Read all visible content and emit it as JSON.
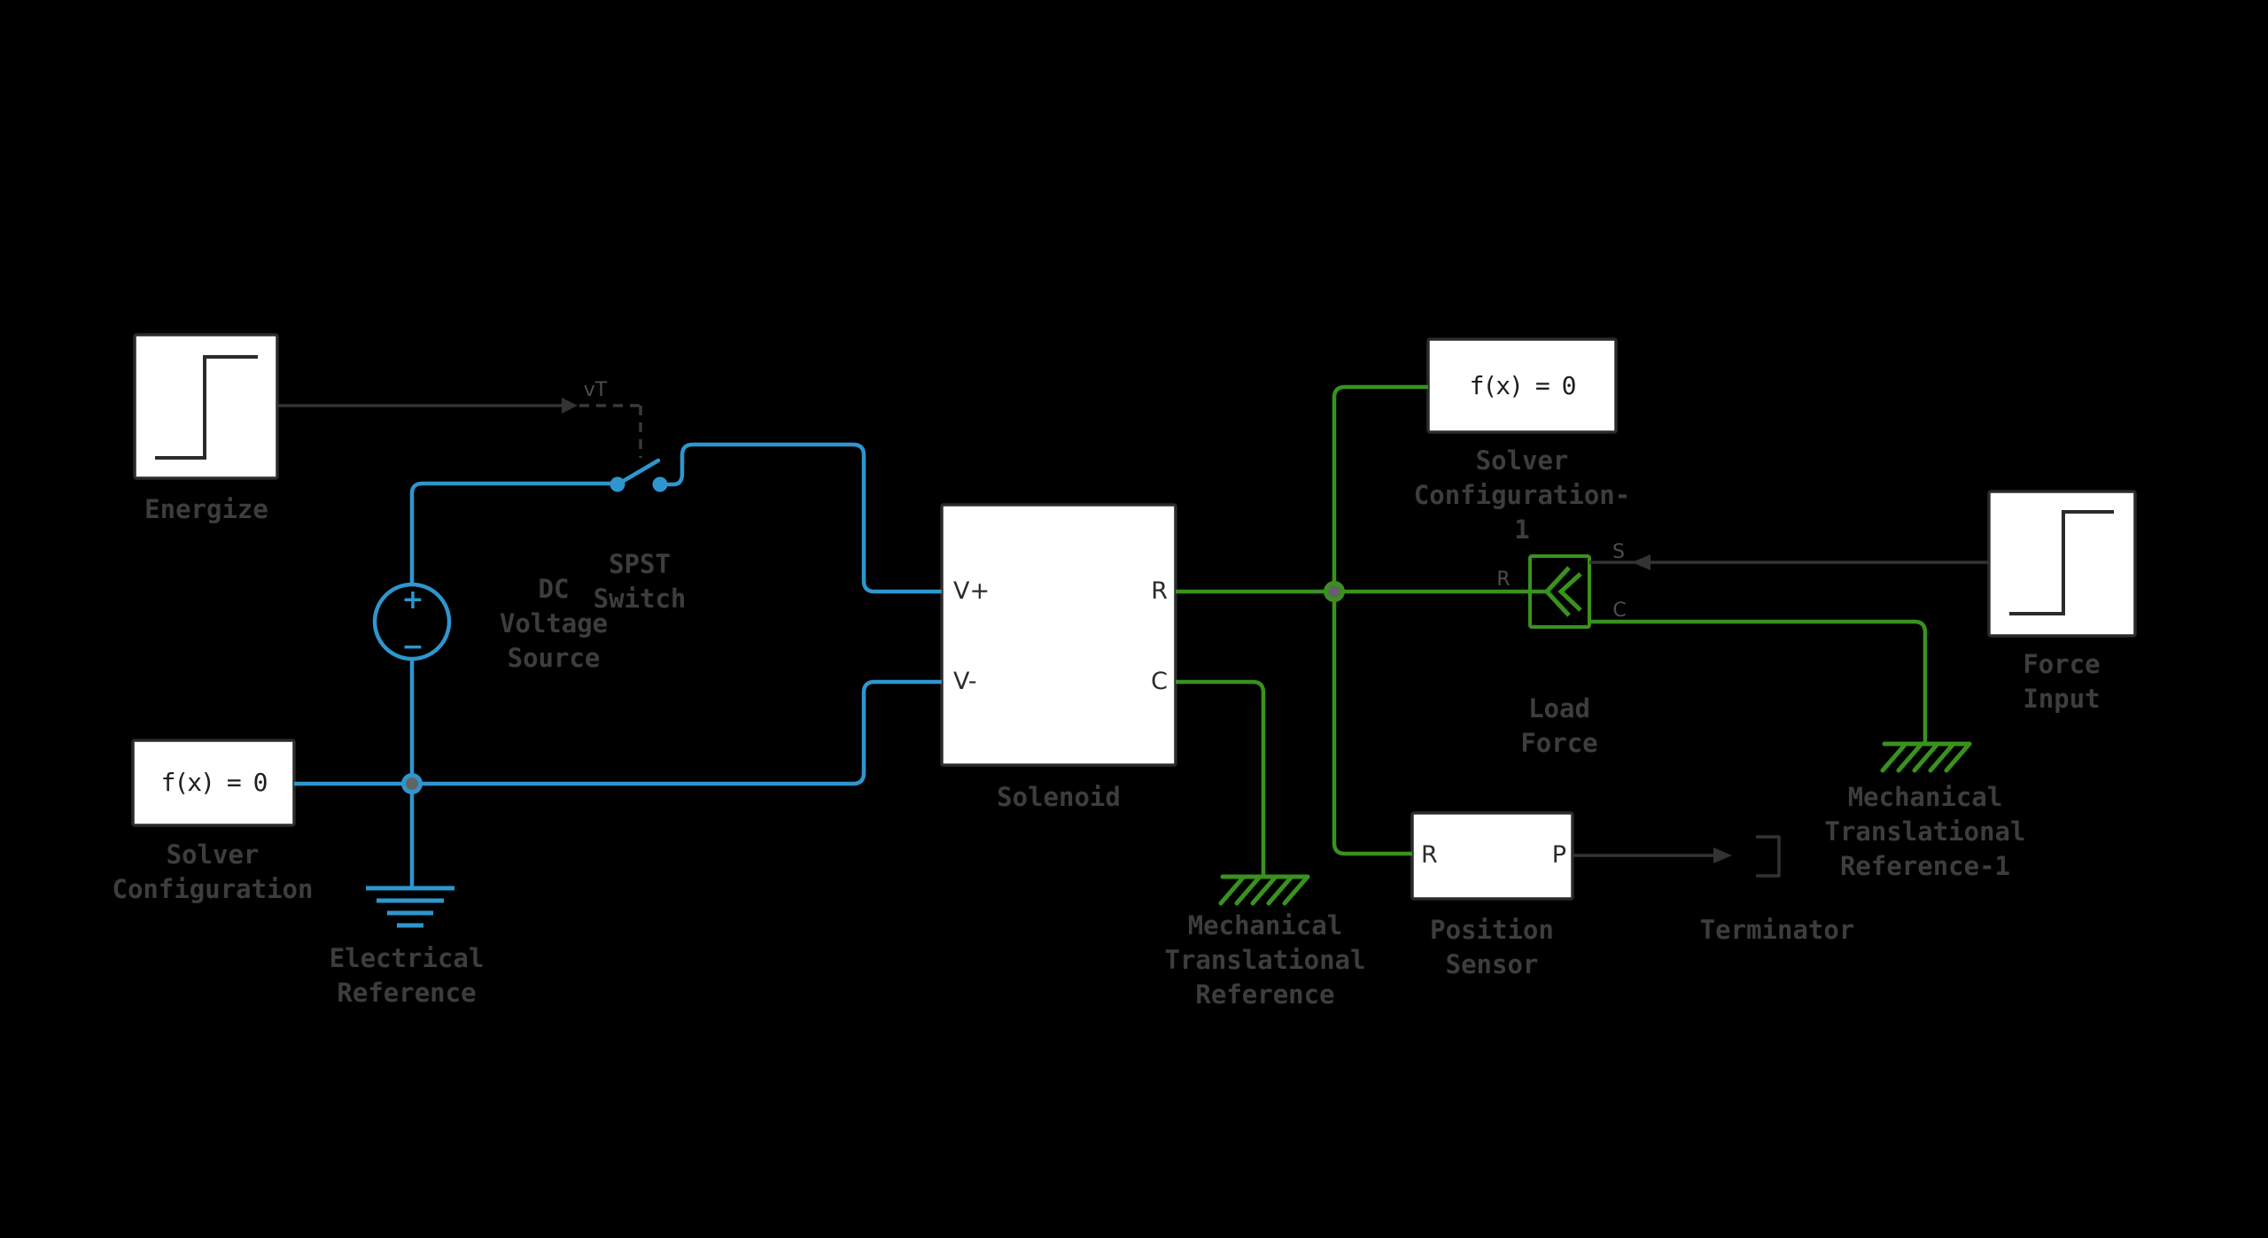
{
  "colors": {
    "background": "#000000",
    "electrical": "#2E96CE",
    "mechanical": "#39921E",
    "signal": "#333333",
    "block_border": "#2B2B2B",
    "label_text": "#3D3D3D",
    "junction_fill": "#636363"
  },
  "blocks": {
    "energize": {
      "label": "Energize"
    },
    "spst_switch": {
      "label": "SPST\nSwitch"
    },
    "dc_voltage_source": {
      "label": "DC\nVoltage\nSource",
      "polarity_plus": "+",
      "polarity_minus": "−"
    },
    "solver_configuration": {
      "expression": "f(x) = 0",
      "label": "Solver\nConfiguration"
    },
    "electrical_reference": {
      "label": "Electrical\nReference"
    },
    "solenoid": {
      "label": "Solenoid",
      "port_vplus": "V+",
      "port_vminus": "V-",
      "port_r": "R",
      "port_c": "C"
    },
    "solver_configuration_1": {
      "expression": "f(x) = 0",
      "label": "Solver\nConfiguration-\n1"
    },
    "load_force": {
      "label": "Load\nForce",
      "port_r": "R",
      "port_s": "S",
      "port_c": "C"
    },
    "force_input": {
      "label": "Force\nInput"
    },
    "mechanical_translational_reference": {
      "label": "Mechanical\nTranslational\nReference"
    },
    "mechanical_translational_reference_1": {
      "label": "Mechanical\nTranslational\nReference-1"
    },
    "position_sensor": {
      "label": "Position\nSensor",
      "port_r": "R",
      "port_p": "P"
    },
    "terminator": {
      "label": "Terminator"
    }
  },
  "wires": {
    "vt_label": "vT"
  }
}
